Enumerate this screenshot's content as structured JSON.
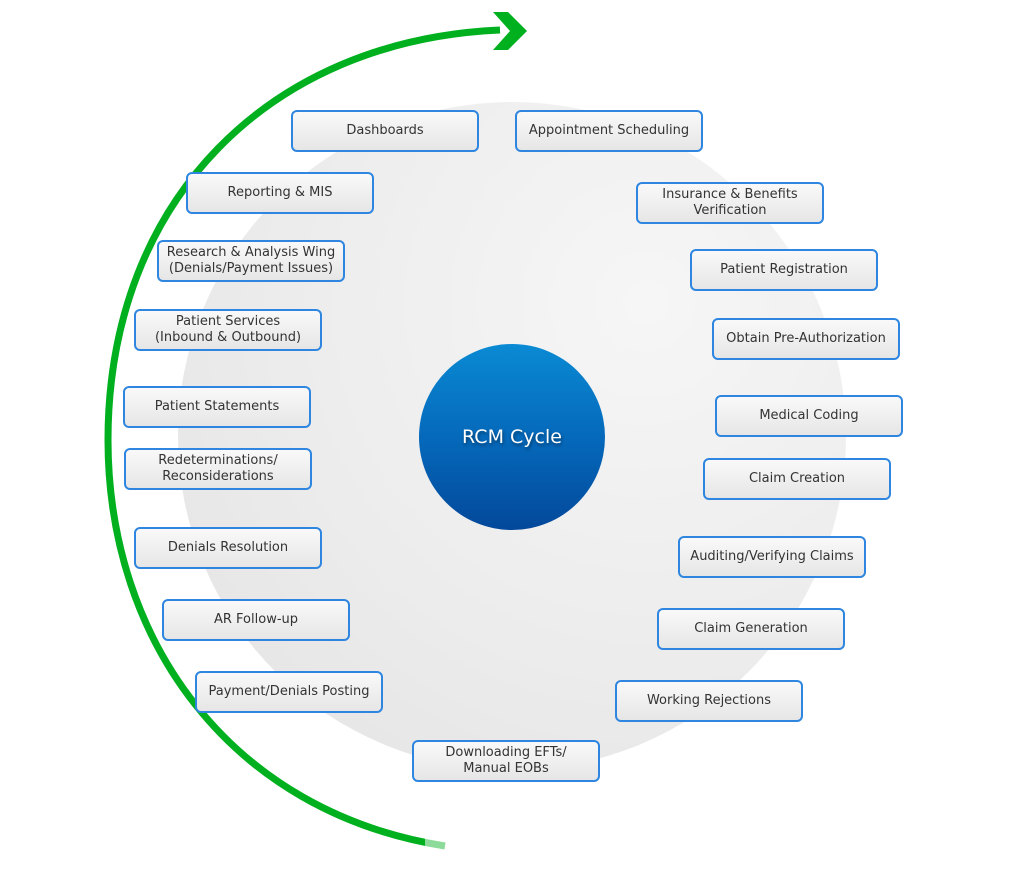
{
  "diagram": {
    "center_label": "RCM Cycle",
    "colors": {
      "arrow_green": "#00b01f",
      "box_border": "#2f86e0",
      "hub_blue_top": "#0a8ad4",
      "hub_blue_bottom": "#03489a",
      "disc_gray": "#e8e8e8",
      "text": "#333333"
    },
    "flow_direction": "clockwise",
    "steps": [
      {
        "label": "Appointment Scheduling"
      },
      {
        "label": "Insurance & Benefits\nVerification"
      },
      {
        "label": "Patient Registration"
      },
      {
        "label": "Obtain Pre-Authorization"
      },
      {
        "label": "Medical Coding"
      },
      {
        "label": "Claim Creation"
      },
      {
        "label": "Auditing/Verifying Claims"
      },
      {
        "label": "Claim Generation"
      },
      {
        "label": "Working Rejections"
      },
      {
        "label": "Downloading EFTs/\nManual EOBs"
      },
      {
        "label": "Payment/Denials Posting"
      },
      {
        "label": "AR Follow-up"
      },
      {
        "label": "Denials Resolution"
      },
      {
        "label": "Redeterminations/\nReconsiderations"
      },
      {
        "label": "Patient Statements"
      },
      {
        "label": "Patient Services\n(Inbound & Outbound)"
      },
      {
        "label": "Research & Analysis Wing\n(Denials/Payment Issues)"
      },
      {
        "label": "Reporting & MIS"
      },
      {
        "label": "Dashboards"
      }
    ]
  }
}
